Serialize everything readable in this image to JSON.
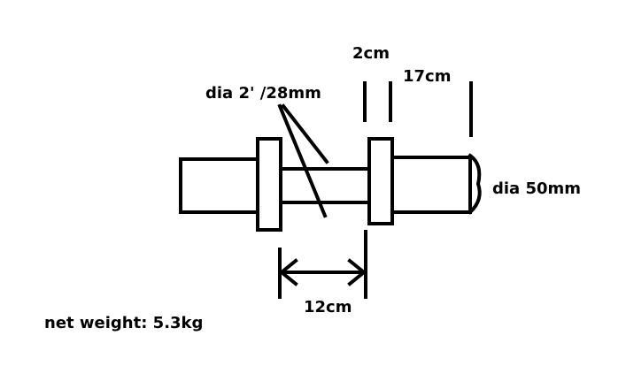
{
  "labels": {
    "pipe_dia": "dia 2' /28mm",
    "flange_thickness": "2cm",
    "end_length": "17cm",
    "end_dia": "dia 50mm",
    "gap_length": "12cm",
    "net_weight": "net weight: 5.3kg"
  },
  "colors": {
    "stroke": "#000000",
    "background": "#ffffff"
  }
}
